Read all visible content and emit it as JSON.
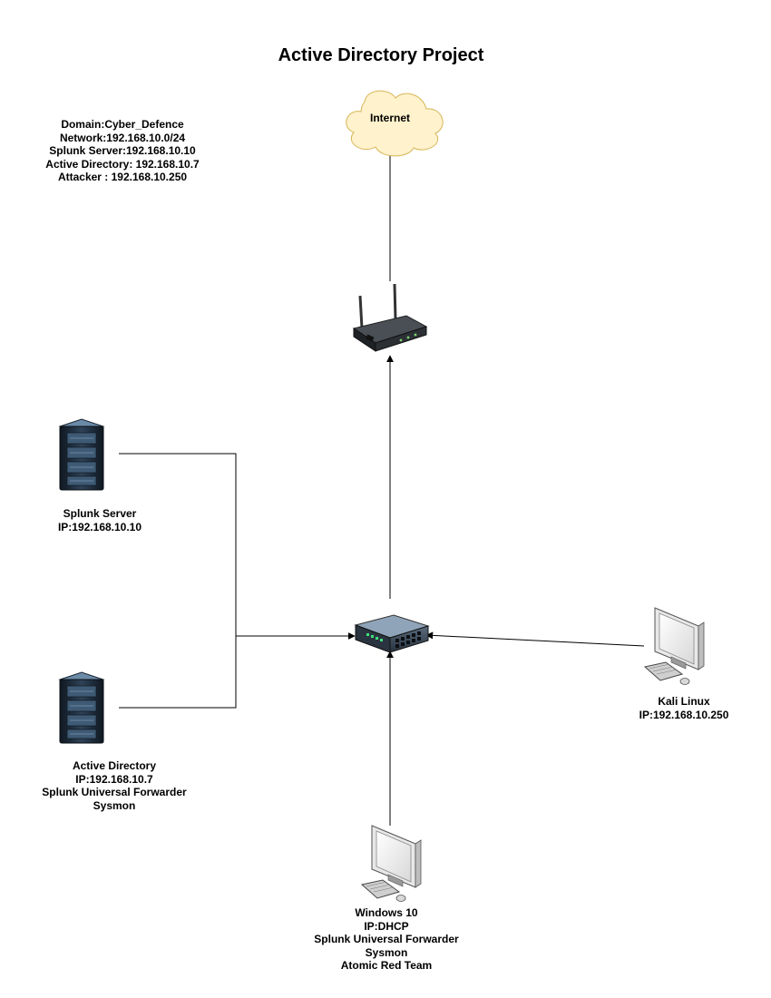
{
  "title": "Active Directory Project",
  "info": {
    "lines": [
      "Domain:Cyber_Defence",
      "Network:192.168.10.0/24",
      "Splunk Server:192.168.10.10",
      "Active Directory: 192.168.10.7",
      "Attacker : 192.168.10.250"
    ]
  },
  "nodes": {
    "internet": {
      "label": "Internet",
      "icon": "cloud-icon"
    },
    "router": {
      "icon": "wireless-router-icon"
    },
    "switch": {
      "icon": "network-switch-icon"
    },
    "splunk_server": {
      "icon": "server-rack-icon",
      "lines": [
        "Splunk Server",
        "IP:192.168.10.10"
      ]
    },
    "active_directory": {
      "icon": "server-rack-icon",
      "lines": [
        "Active Directory",
        "IP:192.168.10.7",
        "Splunk Universal Forwarder",
        "Sysmon"
      ]
    },
    "kali": {
      "icon": "desktop-computer-icon",
      "lines": [
        "Kali Linux",
        "IP:192.168.10.250"
      ]
    },
    "windows": {
      "icon": "desktop-computer-icon",
      "lines": [
        "Windows 10",
        "IP:DHCP",
        "Splunk Universal Forwarder",
        "Sysmon",
        "Atomic Red Team"
      ]
    }
  },
  "colors": {
    "cloud_fill": "#FFF2CC",
    "cloud_stroke": "#D6B656",
    "line": "#000000",
    "server_dark": "#1f2a36",
    "server_light": "#6b8aa8"
  }
}
